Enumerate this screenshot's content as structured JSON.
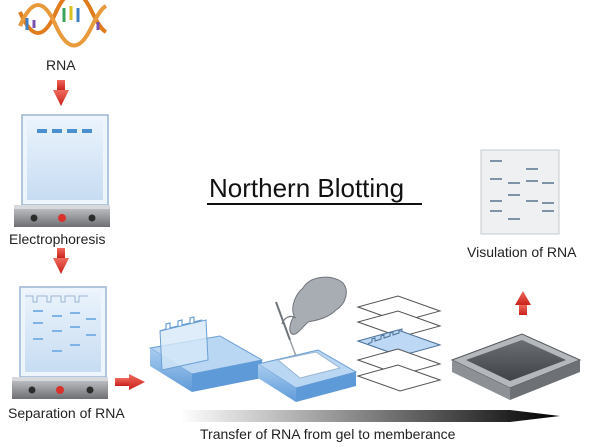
{
  "title": "Northern Blotting",
  "labels": {
    "rna": "RNA",
    "electrophoresis": "Electrophoresis",
    "separation": "Separation of RNA",
    "visualisation": "Visulation of RNA",
    "transfer": "Transfer of  RNA  from gel to memberance"
  },
  "colors": {
    "arrow_red": "#d9312b",
    "gel_blue": "#cfe3f7",
    "tray_blue": "#7fb3e6",
    "base_gray": "#8a8c90",
    "band_blue": "#4a8fd0",
    "blot_band": "#7f93a8",
    "glove_gray": "#a7adb3"
  },
  "icons": [
    "dna-helix-icon",
    "red-arrow-icon",
    "electrophoresis-unit-icon",
    "gel-tray-icon",
    "gloved-hand-icon",
    "membrane-stack-icon",
    "blotting-box-icon",
    "blot-result-icon",
    "process-arrow-icon"
  ]
}
